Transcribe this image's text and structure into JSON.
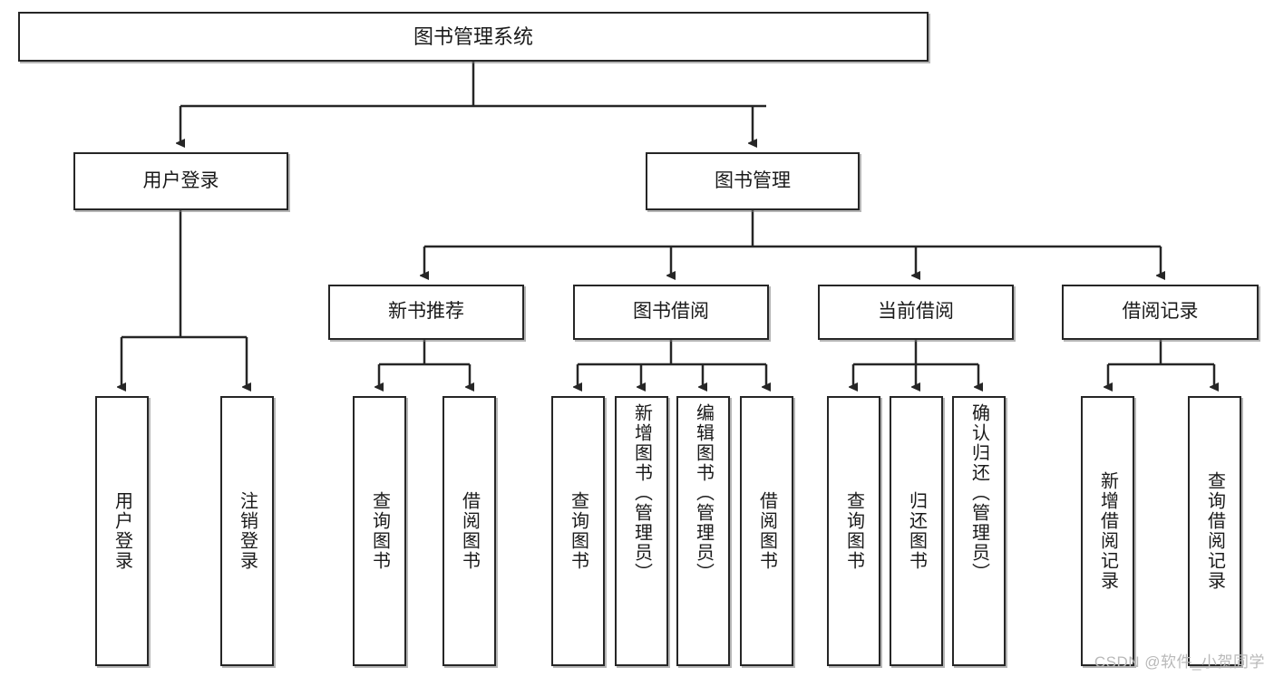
{
  "diagram": {
    "title": "图书管理系统",
    "type": "tree-hierarchy",
    "watermark": "CSDN @软件_小贺同学",
    "colors": {
      "box_border": "#262626",
      "box_fill": "#ffffff",
      "connector": "#262626",
      "watermark": "#b9b9b9"
    },
    "nodes": {
      "root": {
        "label": "图书管理系统"
      },
      "level2": [
        {
          "label": "用户登录"
        },
        {
          "label": "图书管理"
        }
      ],
      "level3": [
        {
          "label": "新书推荐"
        },
        {
          "label": "图书借阅"
        },
        {
          "label": "当前借阅"
        },
        {
          "label": "借阅记录"
        }
      ],
      "leaves": {
        "user_login": [
          {
            "label": "用户登录"
          },
          {
            "label": "注销登录"
          }
        ],
        "new_book_recommend": [
          {
            "label": "查询图书"
          },
          {
            "label": "借阅图书"
          }
        ],
        "book_borrow": [
          {
            "label": "查询图书"
          },
          {
            "label": "新增图书（管理员）"
          },
          {
            "label": "编辑图书（管理员）"
          },
          {
            "label": "借阅图书"
          }
        ],
        "current_borrow": [
          {
            "label": "查询图书"
          },
          {
            "label": "归还图书"
          },
          {
            "label": "确认归还（管理员）"
          }
        ],
        "borrow_record": [
          {
            "label": "新增借阅记录"
          },
          {
            "label": "查询借阅记录"
          }
        ]
      }
    }
  }
}
